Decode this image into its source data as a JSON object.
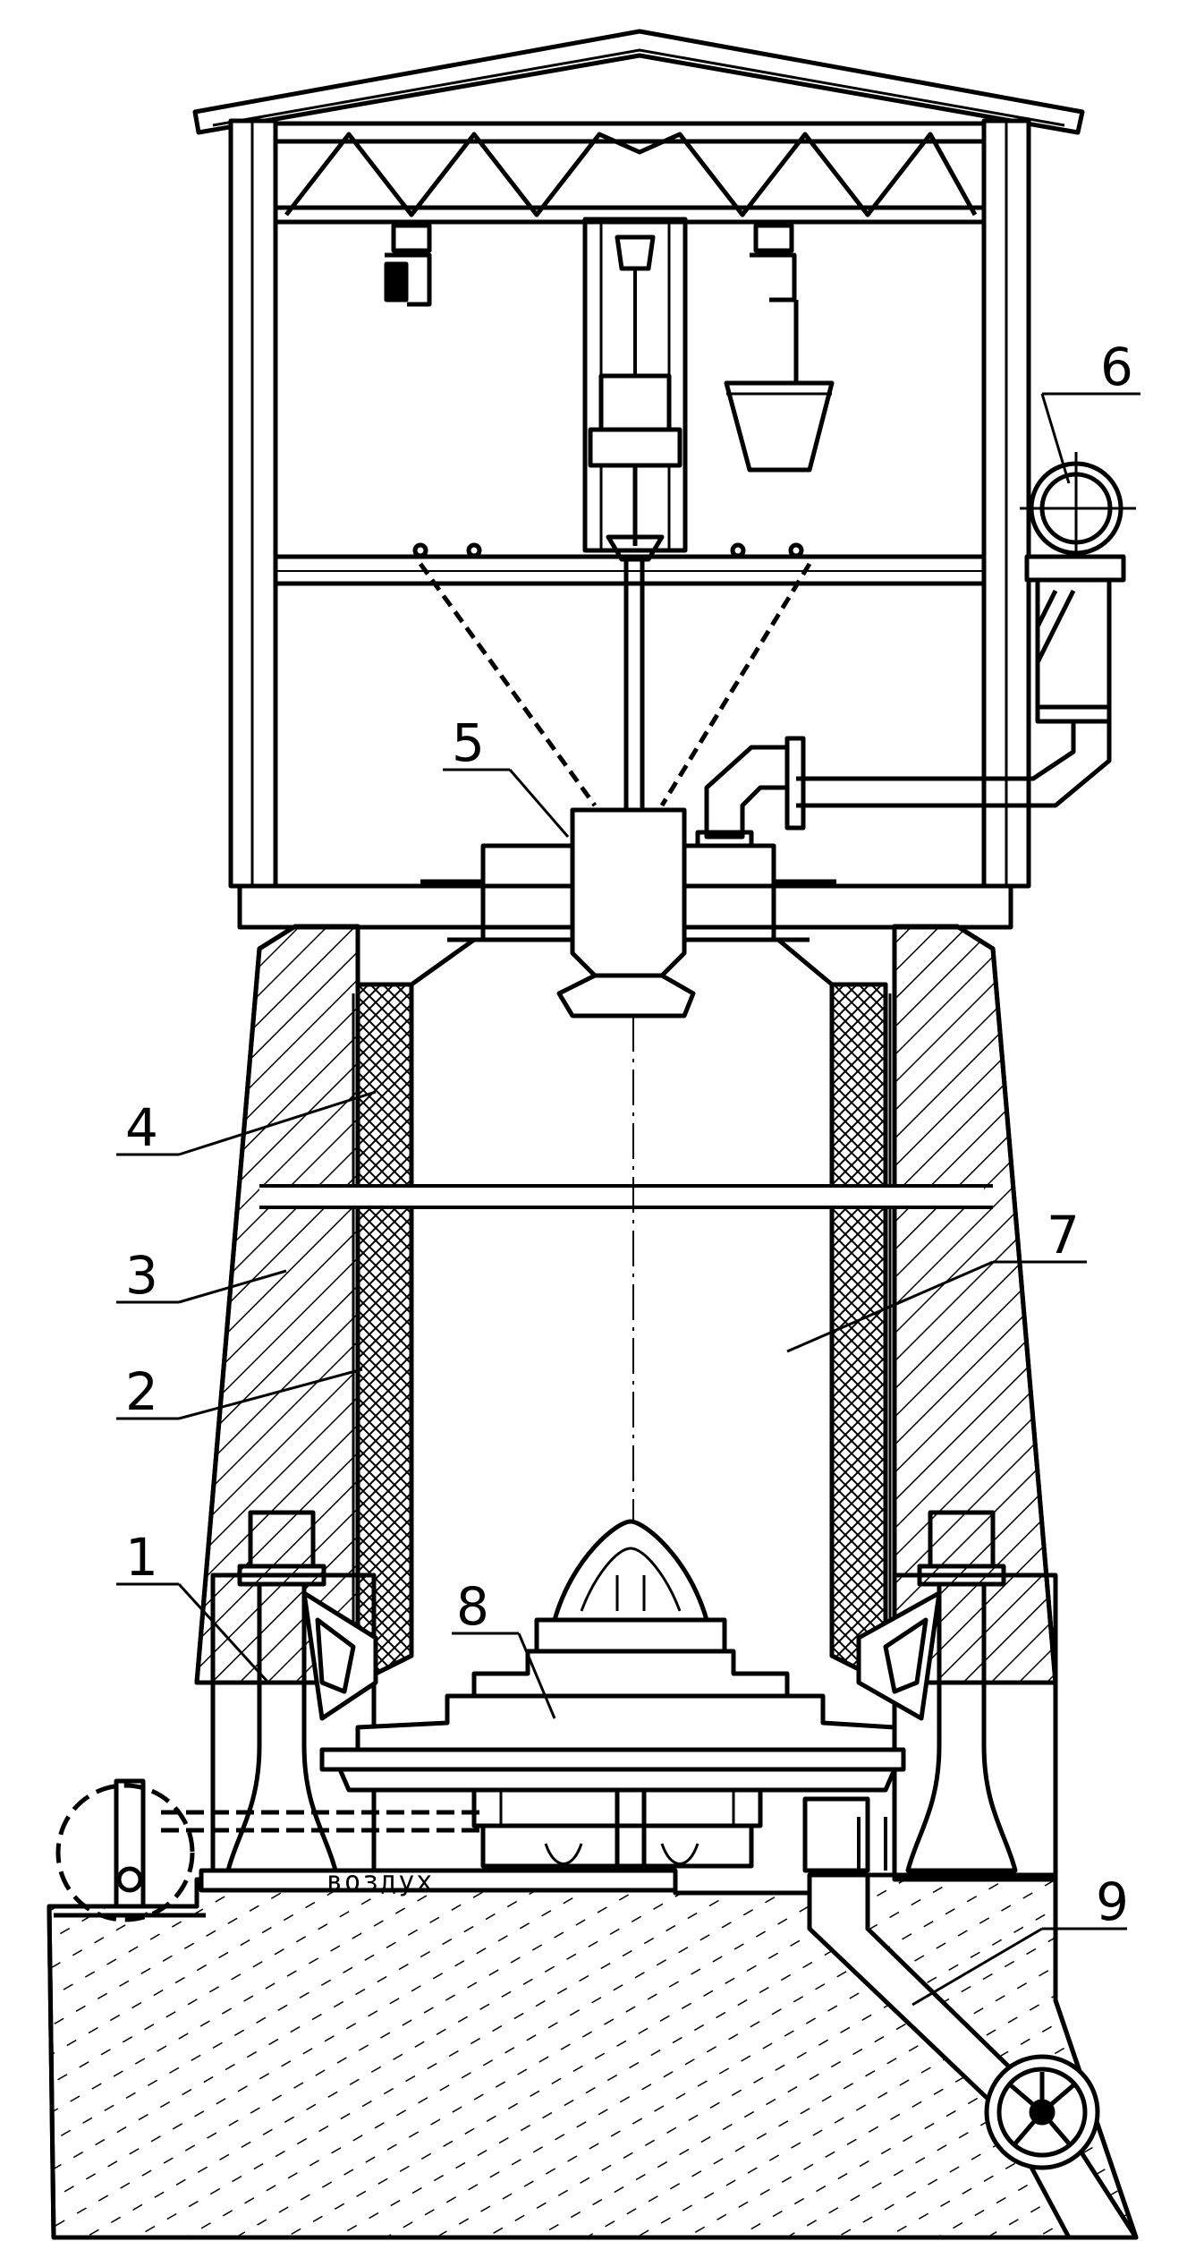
{
  "diagram": {
    "callouts": [
      {
        "id": "1",
        "text": "1"
      },
      {
        "id": "2",
        "text": "2"
      },
      {
        "id": "3",
        "text": "3"
      },
      {
        "id": "4",
        "text": "4"
      },
      {
        "id": "5",
        "text": "5"
      },
      {
        "id": "6",
        "text": "6"
      },
      {
        "id": "7",
        "text": "7"
      },
      {
        "id": "8",
        "text": "8"
      },
      {
        "id": "9",
        "text": "9"
      }
    ],
    "air_label": "воздух",
    "icons": [
      "bucket-icon",
      "fan-impeller-icon",
      "pipe-icon",
      "grate-icon"
    ]
  }
}
